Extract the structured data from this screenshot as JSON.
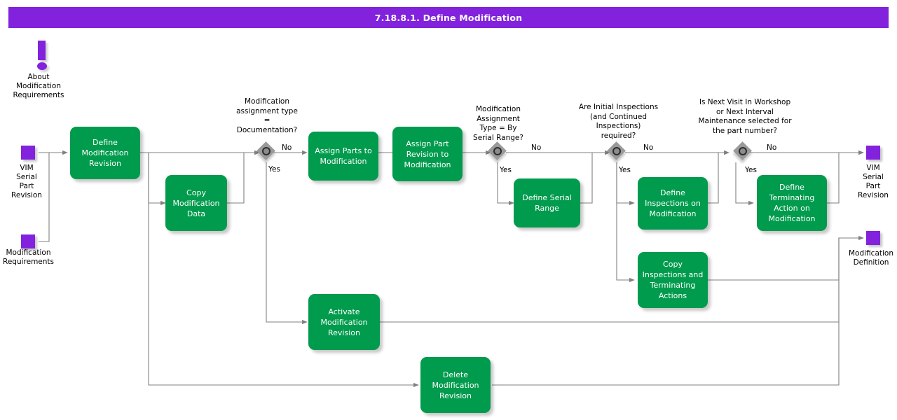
{
  "header": {
    "title": "7.18.8.1. Define Modification",
    "bar_color": "#8222DD",
    "text_color": "#ffffff"
  },
  "colors": {
    "process_green": "#009B4D",
    "terminator_purple": "#8222DD",
    "decision_gray": "#9a9a9a",
    "connector": "#808080",
    "background": "#ffffff"
  },
  "note": {
    "icon": "exclamation-icon",
    "label": "About\nModification\nRequirements",
    "line1": "About",
    "line2": "Modification",
    "line3": "Requirements"
  },
  "terminators": [
    {
      "id": "vim-serial-part-revision-start",
      "label": "VIM\nSerial\nPart\nRevision",
      "side": "left"
    },
    {
      "id": "modification-requirements-start",
      "label": "Modification\nRequirements",
      "side": "left"
    },
    {
      "id": "vim-serial-part-revision-end",
      "label": "VIM\nSerial\nPart\nRevision",
      "side": "right"
    },
    {
      "id": "modification-definition-end",
      "label": "Modification\nDefinition",
      "side": "right"
    }
  ],
  "processes": [
    {
      "id": "define-modification-revision",
      "label": "Define\nModification\nRevision"
    },
    {
      "id": "copy-modification-data",
      "label": "Copy\nModification\nData"
    },
    {
      "id": "assign-parts-to-modification",
      "label": "Assign Parts to\nModification"
    },
    {
      "id": "assign-part-revision-to-modification",
      "label": "Assign Part\nRevision to\nModification"
    },
    {
      "id": "define-serial-range",
      "label": "Define Serial\nRange"
    },
    {
      "id": "define-inspections-on-modification",
      "label": "Define\nInspections on\nModification"
    },
    {
      "id": "copy-inspections-and-terminating-actions",
      "label": "Copy\nInspections and\nTerminating\nActions"
    },
    {
      "id": "define-terminating-action-on-modification",
      "label": "Define\nTerminating\nAction on\nModification"
    },
    {
      "id": "activate-modification-revision",
      "label": "Activate\nModification\nRevision"
    },
    {
      "id": "delete-modification-revision",
      "label": "Delete\nModification\nRevision"
    }
  ],
  "decisions": [
    {
      "id": "modification-assignment-type-documentation",
      "question": "Modification\nassignment type\n=\nDocumentation?",
      "q1": "Modification",
      "q2": "assignment type",
      "q3": "=",
      "q4": "Documentation?",
      "yes": "Yes",
      "no": "No"
    },
    {
      "id": "modification-assignment-type-by-serial-range",
      "question": "Modification\nAssignment\nType = By\nSerial Range?",
      "q1": "Modification",
      "q2": "Assignment",
      "q3": "Type = By",
      "q4": "Serial Range?",
      "yes": "Yes",
      "no": "No"
    },
    {
      "id": "are-initial-inspections-required",
      "question": "Are Initial Inspections\n(and Continued\nInspections)\nrequired?",
      "q1": "Are Initial Inspections",
      "q2": "(and Continued",
      "q3": "Inspections)",
      "q4": "required?",
      "yes": "Yes",
      "no": "No"
    },
    {
      "id": "is-next-visit-in-workshop",
      "question": "Is Next Visit In Workshop\nor Next Interval\nMaintenance selected for\nthe part number?",
      "q1": "Is Next Visit In Workshop",
      "q2": "or Next Interval",
      "q3": "Maintenance selected for",
      "q4": "the part number?",
      "yes": "Yes",
      "no": "No"
    }
  ]
}
